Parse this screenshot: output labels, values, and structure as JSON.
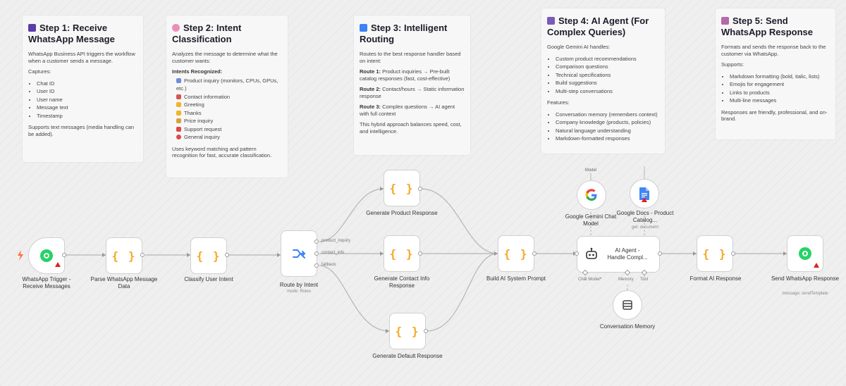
{
  "notes": {
    "step1": {
      "title": "Step 1: Receive WhatsApp Message",
      "desc": "WhatsApp Business API triggers the workflow when a customer sends a message.",
      "captures_label": "Captures:",
      "captures": [
        "Chat ID",
        "User ID",
        "User name",
        "Message text",
        "Timestamp"
      ],
      "footer": "Supports text messages (media handling can be added)."
    },
    "step2": {
      "title": "Step 2: Intent Classification",
      "desc": "Analyzes the message to determine what the customer wants:",
      "intents_label": "Intents Recognized:",
      "intents": [
        "Product inquiry (monitors, CPUs, GPUs, etc.)",
        "Contact information",
        "Greeting",
        "Thanks",
        "Price inquiry",
        "Support request",
        "General inquiry"
      ],
      "footer": "Uses keyword matching and pattern recognition for fast, accurate classification."
    },
    "step3": {
      "title": "Step 3: Intelligent Routing",
      "desc": "Routes to the best response handler based on intent:",
      "route1_label": "Route 1:",
      "route1": " Product inquiries → Pre-built catalog responses (fast, cost-effective)",
      "route2_label": "Route 2:",
      "route2": " Contact/hours → Static information response",
      "route3_label": "Route 3:",
      "route3": " Complex questions → AI agent with full context",
      "footer": "This hybrid approach balances speed, cost, and intelligence."
    },
    "step4": {
      "title": "Step 4: AI Agent (For Complex Queries)",
      "desc": "Google Gemini AI handles:",
      "handles": [
        "Custom product recommendations",
        "Comparison questions",
        "Technical specifications",
        "Build suggestions",
        "Multi-step conversations"
      ],
      "features_label": "Features:",
      "features": [
        "Conversation memory (remembers context)",
        "Company knowledge (products, policies)",
        "Natural language understanding",
        "Markdown-formatted responses"
      ]
    },
    "step5": {
      "title": "Step 5: Send WhatsApp Response",
      "desc": "Formats and sends the response back to the customer via WhatsApp.",
      "supports_label": "Supports:",
      "supports": [
        "Markdown formatting (bold, italic, lists)",
        "Emojis for engagement",
        "Links to products",
        "Multi-line messages"
      ],
      "footer": "Responses are friendly, professional, and on-brand."
    }
  },
  "nodes": {
    "trigger": "WhatsApp Trigger - Receive Messages",
    "parse": "Parse WhatsApp Message Data",
    "classify": "Classify User Intent",
    "route": "Route by Intent",
    "route_sub": "mode: Rules",
    "route_outputs": [
      "product_inquiry",
      "contact_info",
      "fallback"
    ],
    "gen_product": "Generate Product Response",
    "gen_contact": "Generate Contact Info Response",
    "gen_default": "Generate Default Response",
    "build_prompt": "Build AI System Prompt",
    "agent": "AI Agent - Handle Compl...",
    "agent_ports": [
      "Chat Model",
      "Memory",
      "Tool"
    ],
    "agent_required": "*",
    "gemini": "Google Gemini Chat Model",
    "gemini_port": "Model",
    "docs": "Google Docs - Product Catalog...",
    "docs_sub": "get: document",
    "memory": "Conversation Memory",
    "format": "Format AI Response",
    "send": "Send WhatsApp Response",
    "send_sub": "message: sendTemplate",
    "braces_glyph": "{ }"
  },
  "colors": {
    "whatsapp": "#25d366",
    "braces": "#f5a623",
    "warning": "#e02020",
    "wire": "#b5b5b5",
    "trigger_bolt": "#ff6d3a"
  }
}
